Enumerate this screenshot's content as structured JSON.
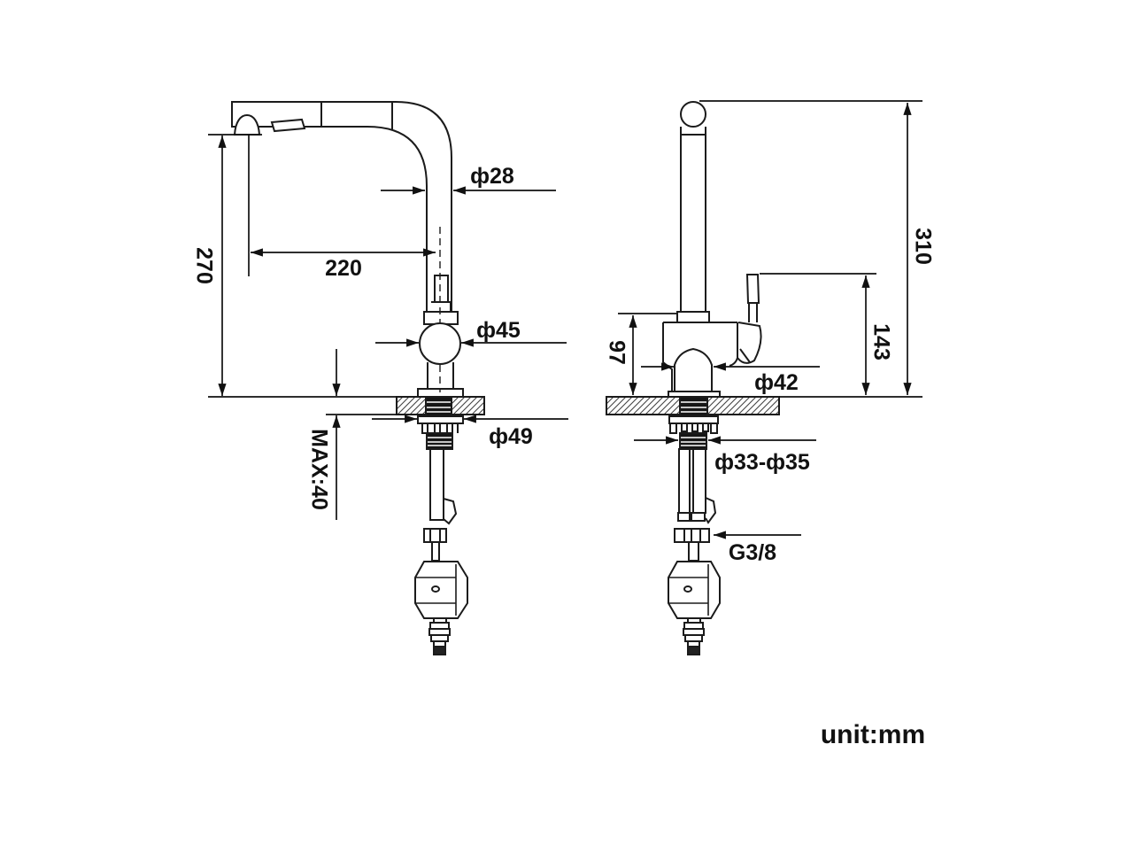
{
  "meta": {
    "unit_label": "unit:mm",
    "line_color": "#1b1b1b",
    "background": "#ffffff"
  },
  "left_view": {
    "name": "front-view-pullout-faucet",
    "dims": {
      "spout_height": "270",
      "spout_reach": "220",
      "pipe_diameter": "ф28",
      "ball_diameter": "ф45",
      "flange_diameter": "ф49",
      "max_deck_thickness": "MAX:40"
    }
  },
  "right_view": {
    "name": "side-view-pullout-faucet",
    "dims": {
      "total_height": "310",
      "handle_height": "143",
      "body_height": "97",
      "body_diameter": "ф42",
      "mount_hole_diameter": "ф33-ф35",
      "thread_size": "G3/8"
    }
  }
}
